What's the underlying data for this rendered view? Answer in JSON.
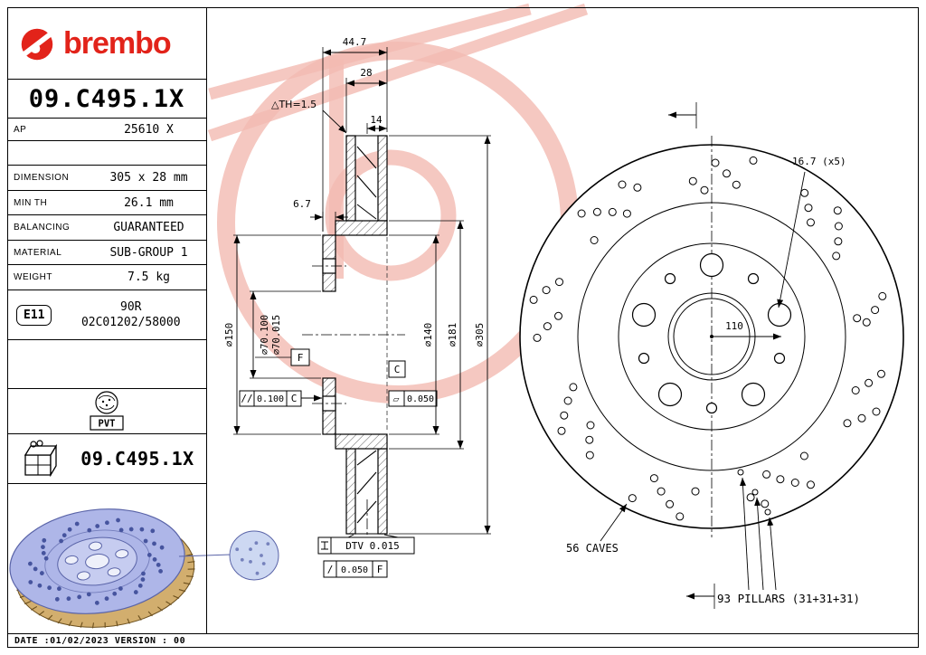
{
  "brand": {
    "logo_text": "brembo"
  },
  "colors": {
    "accent": "#e2231a",
    "watermark": "#f3bab2",
    "photo_face": "#aeb6e8",
    "photo_rim": "#d2ae6e",
    "photo_rim_line": "#6b4f1d",
    "photo_outline": "#5a64a8",
    "photo_dot": "#46549e",
    "photo_balloon": "#cdd8f2"
  },
  "header_part_number": "09.C495.1X",
  "rows": {
    "ap": {
      "label": "AP",
      "value": "25610 X"
    },
    "dimension": {
      "label": "DIMENSION",
      "value": "305 x 28 mm"
    },
    "min_th": {
      "label": "MIN TH",
      "value": "26.1 mm"
    },
    "balancing": {
      "label": "BALANCING",
      "value": "GUARANTEED"
    },
    "material": {
      "label": "MATERIAL",
      "value": "SUB-GROUP 1"
    },
    "weight": {
      "label": "WEIGHT",
      "value": "7.5 kg"
    }
  },
  "approval": {
    "badge": "E11",
    "line1": "90R",
    "line2": "02C01202/58000"
  },
  "pvt_label": "PVT",
  "box_part_number": "09.C495.1X",
  "footer_text": "DATE :01/02/2023 VERSION : 00",
  "section_view": {
    "dim_overall": "44.7",
    "dim_thickness": "28",
    "dim_min_th_delta": "△TH=1.5",
    "dim_hat_depth": "14",
    "dim_flange": "6.7",
    "dia_hat": "⌀150",
    "dia_bore_max": "⌀70.100",
    "dia_bore_min": "⌀70.015",
    "dia_inner_hat": "⌀140",
    "dia_ring_inner": "⌀181",
    "dia_outer": "⌀305",
    "datum_f": "F",
    "datum_c": "C",
    "parallelism_symbol": "//",
    "parallelism_value": "0.100",
    "parallelism_datum": "C",
    "flatness_symbol": "▱",
    "flatness_value": "0.050",
    "dtv_label": "DTV 0.015",
    "runout_symbol": "/",
    "runout_value": "0.050",
    "runout_datum": "F"
  },
  "front_view": {
    "bolt_hole_dim": "16.7 (x5)",
    "bolt_circle_dim": "110",
    "caves_label": "56 CAVES",
    "pillars_label": "93 PILLARS (31+31+31)",
    "caves_count": 56
  },
  "render": {
    "photo_dots": 42,
    "rim_hatches": 26,
    "balloon_dots": 9
  }
}
